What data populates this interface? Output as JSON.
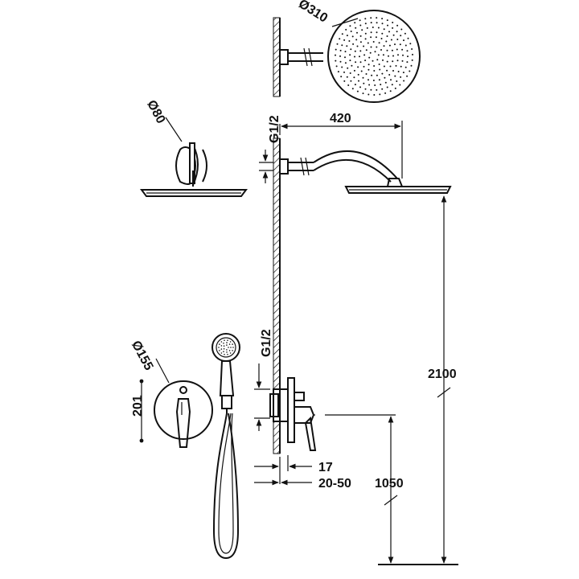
{
  "labels": {
    "overhead_diameter": "Ø310",
    "wall_flange_diameter": "Ø80",
    "arm_length": "420",
    "arm_thread": "G1/2",
    "plate_diameter": "Ø155",
    "plate_height": "201",
    "mixer_thread": "G1/2",
    "shower_height": "2100",
    "mixer_height": "1050",
    "projection_depth": "17",
    "embed_depth": "20-50"
  }
}
